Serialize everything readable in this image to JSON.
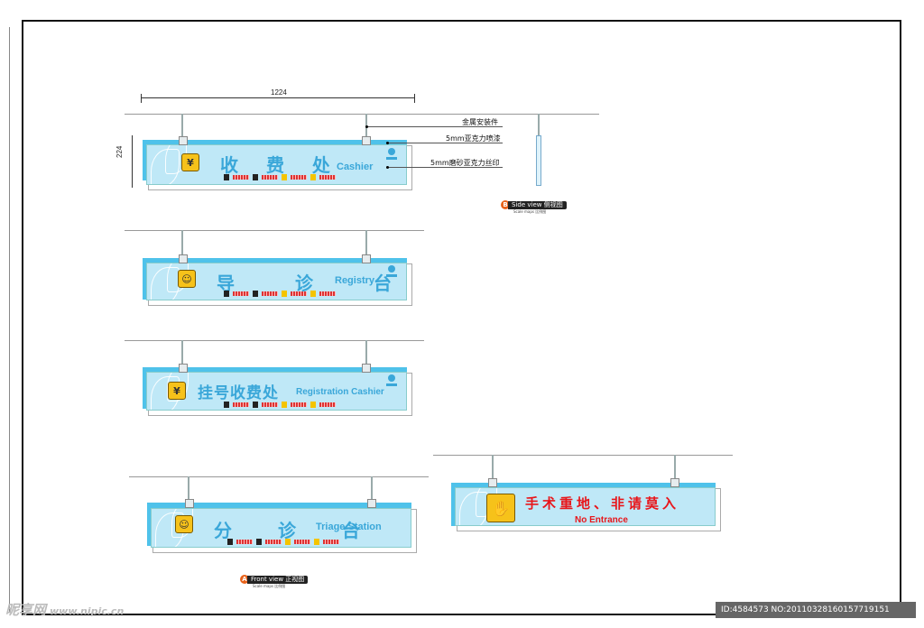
{
  "dimensions": {
    "width_label": "1224",
    "height_label": "224"
  },
  "annotations": {
    "metal": "金属安装件",
    "paint": "5mm亚克力喷漆",
    "print": "5mm磨砂亚克力丝印"
  },
  "side_view": {
    "letter": "B",
    "label": "Side view  侧视图",
    "scale": "Scale maps  比例图"
  },
  "front_view": {
    "letter": "A",
    "label": "Front view  正视图",
    "scale": "Scale maps  比例图"
  },
  "signs": [
    {
      "cn": "收 费 处",
      "en": "Cashier",
      "icon": "cashier-icon",
      "icon_glyph": "¥"
    },
    {
      "cn": "导 诊 台",
      "en": "Registry",
      "icon": "nurse-icon",
      "icon_glyph": "☺"
    },
    {
      "cn": "挂号收费处",
      "en": "Registration Cashier",
      "icon": "cashier-icon",
      "icon_glyph": "¥"
    },
    {
      "cn": "分 诊 台",
      "en": "Triage Station",
      "icon": "nurse-icon",
      "icon_glyph": "☺"
    }
  ],
  "warning_sign": {
    "cn": "手术重地、非请莫入",
    "en": "No Entrance",
    "icon": "no-entry-hand-icon",
    "icon_glyph": "✋"
  },
  "watermark": {
    "brand": "昵享网",
    "url": "www.nipic.cn"
  },
  "image_id": "ID:4584573 NO:20110328160157719151",
  "colors": {
    "sign_blue": "#4fc2ea",
    "sign_light": "#bfe8f7",
    "text_blue": "#3aa7d9",
    "warning_red": "#e8161b",
    "icon_yellow": "#f6c21a"
  }
}
